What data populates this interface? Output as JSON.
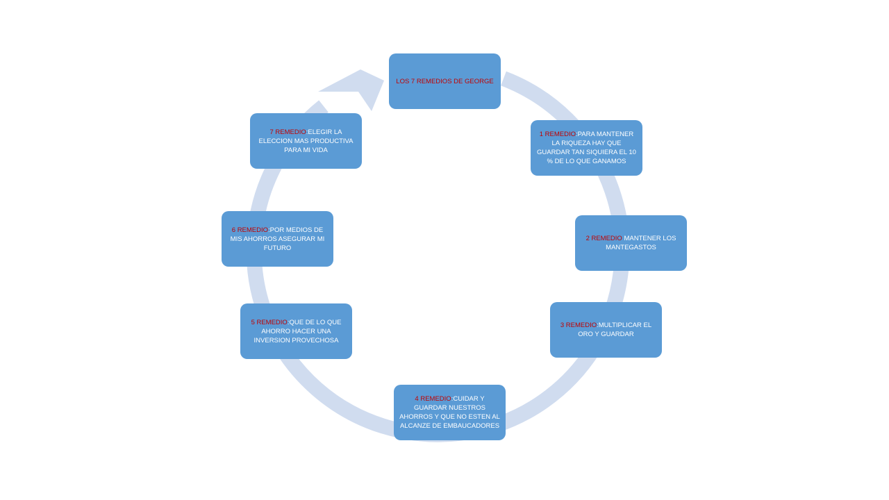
{
  "diagram": {
    "colors": {
      "node_fill": "#5b9bd5",
      "node_text": "#ffffff",
      "highlight_text": "#c00000",
      "ring": "#d0dcef"
    },
    "center": {
      "title": "LOS 7 REMEDIOS DE GEORGE"
    },
    "remedies": [
      {
        "prefix": "1  REMEDIO",
        "text": ":PARA MANTENER LA RIQUEZA HAY QUE GUARDAR TAN SIQUIERA EL 10 % DE LO QUE GANAMOS"
      },
      {
        "prefix": "2 REMEDIO",
        "text": " MANTENER LOS MANTEGASTOS"
      },
      {
        "prefix": "3 REMEDIO",
        "text": ":MULTIPLICAR  EL ORO Y GUARDAR"
      },
      {
        "prefix": "4 REMEDIO",
        "text": ":CUIDAR Y GUARDAR NUESTROS AHORROS  Y QUE NO ESTEN AL ALCANZE DE EMBAUCADORES"
      },
      {
        "prefix": "5 REMEDIO",
        "text": ":QUE DE LO QUE AHORRO HACER UNA INVERSION PROVECHOSA"
      },
      {
        "prefix": "6 REMEDIO",
        "text": ":POR MEDIOS DE MIS AHORROS ASEGURAR MI FUTURO"
      },
      {
        "prefix": "7 REMEDIO",
        "text": ":ELEGIR LA ELECCION MAS PRODUCTIVA PARA  MI VIDA"
      }
    ]
  }
}
